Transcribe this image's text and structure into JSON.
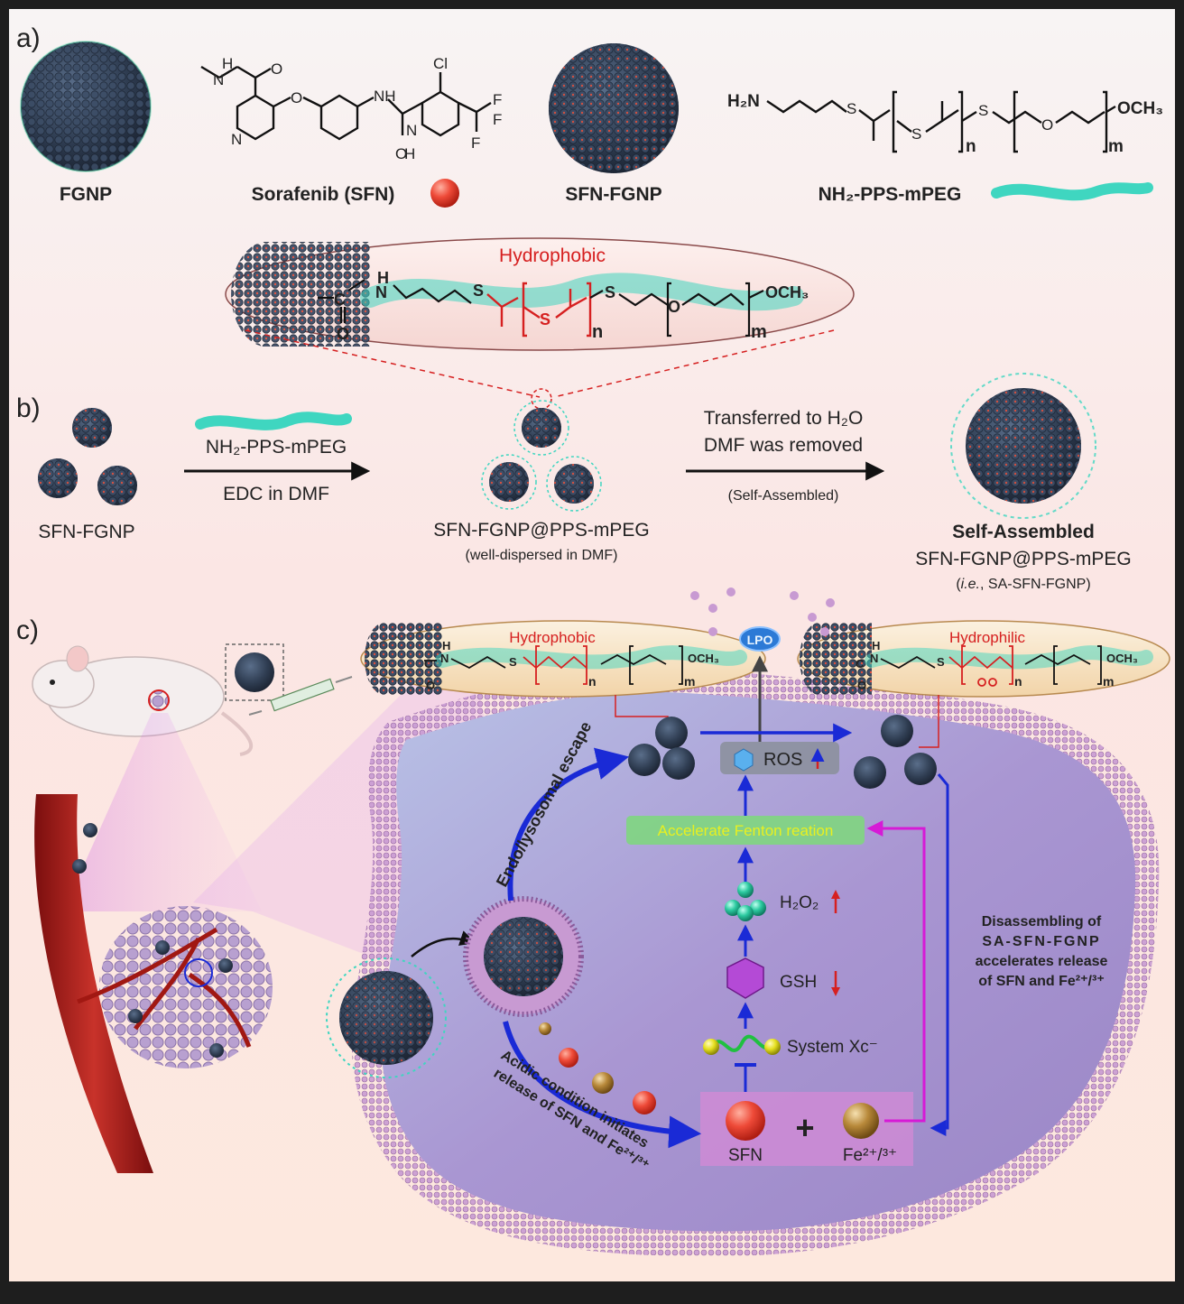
{
  "panel_labels": {
    "a": "a)",
    "b": "b)",
    "c": "c)"
  },
  "panel_a": {
    "fgnp_label": "FGNP",
    "sfn_label": "Sorafenib (SFN)",
    "sfn_fgnp_label": "SFN-FGNP",
    "polymer_label": "NH₂-PPS-mPEG",
    "sfn_structure_atoms": {
      "n": "N",
      "h1": "H",
      "o1": "O",
      "n2": "N",
      "o2": "O",
      "nh1": "NH",
      "n3": "N",
      "h2": "H",
      "o3": "O",
      "cl": "Cl",
      "f1": "F",
      "f2": "F",
      "f3": "F"
    },
    "polymer_structure_atoms": {
      "h2n": "H₂N",
      "s1": "S",
      "s2": "S",
      "n": "n",
      "s3": "S",
      "o": "O",
      "m": "m",
      "och3": "OCH₃"
    }
  },
  "zoom_inset": {
    "title": "Hydrophobic",
    "atoms": {
      "h": "H",
      "n": "N",
      "c": "C",
      "o": "O",
      "s1": "S",
      "s2": "S",
      "n_sub": "n",
      "s3": "S",
      "o2": "O",
      "m_sub": "m",
      "och3": "OCH₃"
    }
  },
  "panel_b": {
    "sfn_fgnp_label": "SFN-FGNP",
    "reagent_top": "NH₂-PPS-mPEG",
    "reagent_bottom": "EDC in DMF",
    "product_label": "SFN-FGNP@PPS-mPEG",
    "product_note": "(well-dispersed in DMF)",
    "step2_line1": "Transferred to H₂O",
    "step2_line2": "DMF was removed",
    "step2_note": "(Self-Assembled)",
    "final_line1": "Self-Assembled",
    "final_line2": "SFN-FGNP@PPS-mPEG",
    "final_note_italic": "i.e.",
    "final_note_rest": ", SA-SFN-FGNP)"
  },
  "panel_c": {
    "left_inset_title": "Hydrophobic",
    "right_inset_title": "Hydrophilic",
    "lpo": "LPO",
    "ros": "ROS",
    "fenton": "Accelerate Fenton reation",
    "h2o2": "H₂O₂",
    "gsh": "GSH",
    "system_xc": "System Xc⁻",
    "sfn": "SFN",
    "plus": "+",
    "fe": "Fe²⁺/³⁺",
    "endo_escape": "Endo/lysosomal escape",
    "acid_line1": "Acidic condition initiates",
    "acid_line2": "release of SFN and Fe²⁺/³⁺",
    "disassembly_lines": [
      "Disassembling of",
      "SA-SFN-FGNP",
      "accelerates release",
      "of SFN and Fe²⁺/³⁺"
    ],
    "inset_atoms": {
      "h": "H",
      "n": "N",
      "c": "C",
      "o": "O",
      "s": "S",
      "n_sub": "n",
      "m_sub": "m",
      "och3": "OCH₃"
    }
  },
  "colors": {
    "accent_red": "#d62020",
    "arrow_blue": "#1a2ad6",
    "magenta": "#d61ad6",
    "fenton_green": "#7fd67f",
    "fenton_text": "#e8f020",
    "teal": "#3fd6c0",
    "nanoparticle": "#2f3d52"
  }
}
